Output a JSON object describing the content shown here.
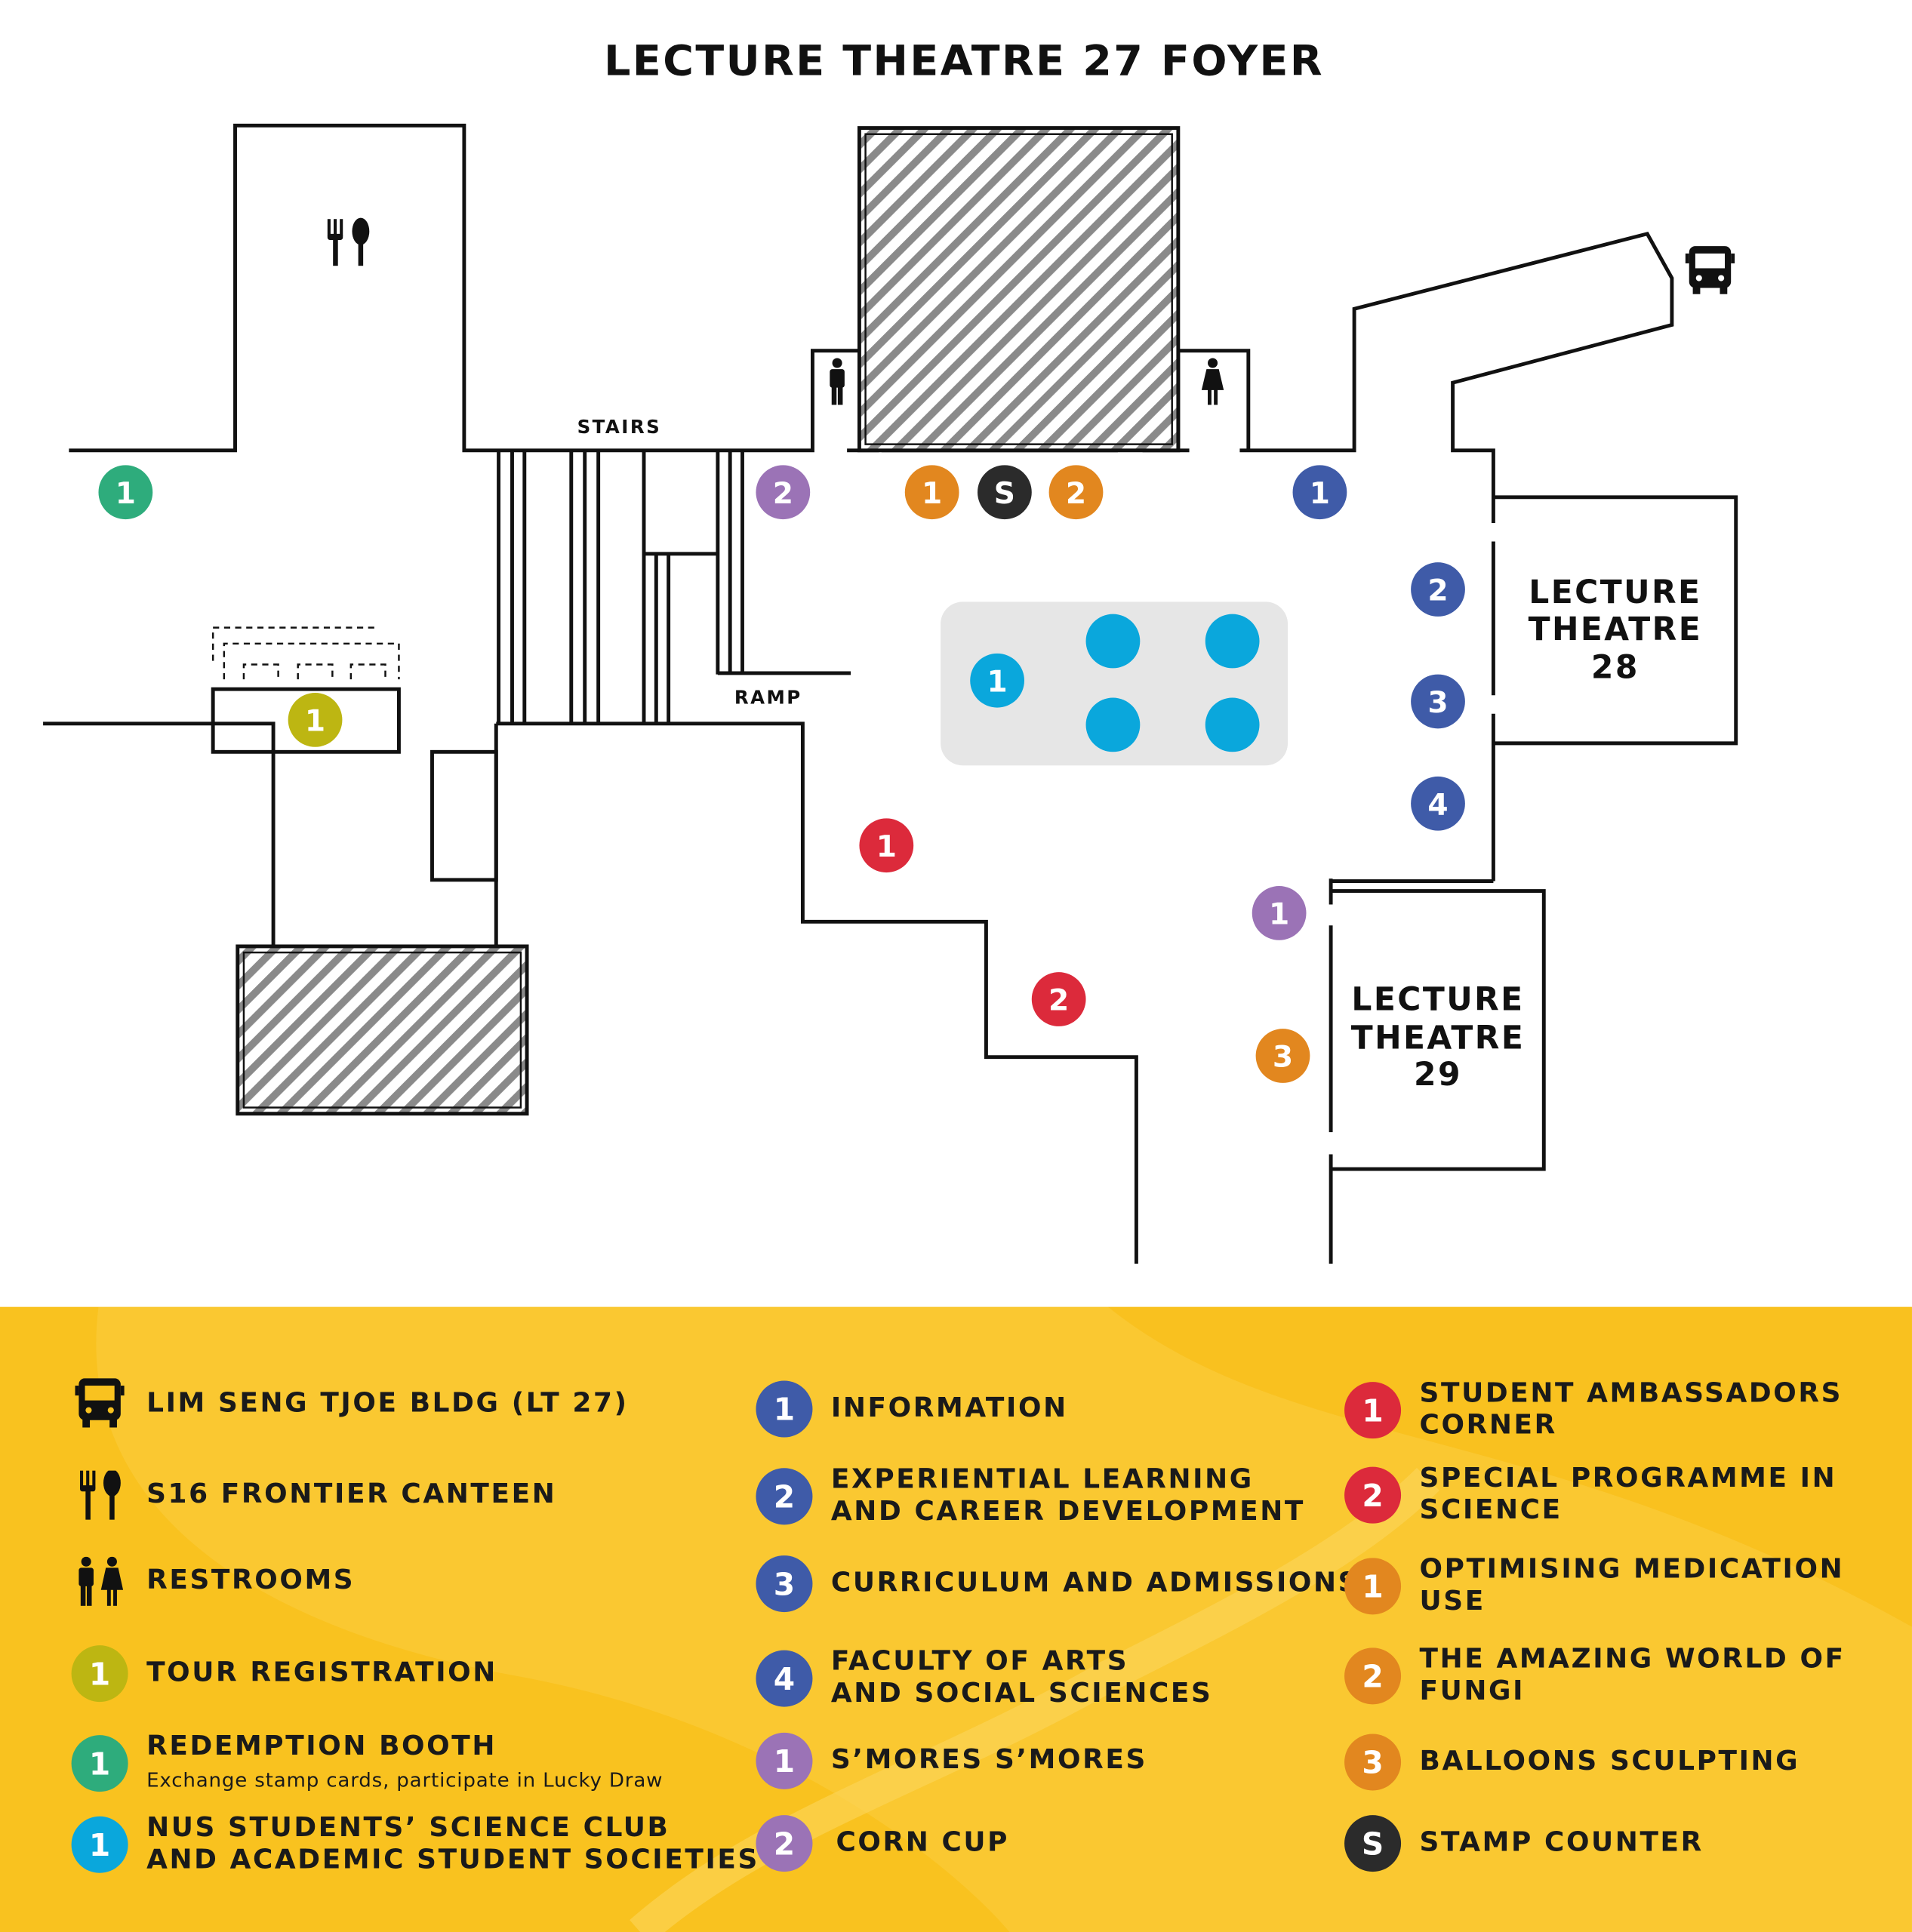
{
  "title": "LECTURE THEATRE 27 FOYER",
  "colors": {
    "tour": "#bdb612",
    "redemption": "#2eac7c",
    "club": "#0aa7dc",
    "blue": "#3f5ba8",
    "purple": "#9b73b6",
    "orange": "#e2871f",
    "red": "#dc2a3b",
    "stamp": "#2b2b2b",
    "legend_bg": "#f9c21f"
  },
  "map": {
    "stairs_label": "STAIRS",
    "ramp_label": "RAMP",
    "lt28": [
      "LECTURE",
      "THEATRE",
      "28"
    ],
    "lt29": [
      "LECTURE",
      "THEATRE",
      "29"
    ],
    "markers": {
      "redemption": "1",
      "tour": "1",
      "corn": "2",
      "optimising": "1",
      "stamp": "S",
      "fungi": "2",
      "information": "1",
      "experiential": "2",
      "curriculum": "3",
      "arts": "4",
      "club": "1",
      "ambassadors": "1",
      "special": "2",
      "smores": "1",
      "balloons": "3"
    }
  },
  "legend": {
    "col1": [
      {
        "icon": "bus-icon",
        "text": "LIM SENG TJOE BLDG (LT 27)"
      },
      {
        "icon": "cutlery-icon",
        "text": "S16 FRONTIER CANTEEN"
      },
      {
        "icon": "restroom-icon",
        "text": "RESTROOMS"
      },
      {
        "marker": "1",
        "color": "tour",
        "text": "TOUR REGISTRATION"
      },
      {
        "marker": "1",
        "color": "redemption",
        "text": "REDEMPTION BOOTH",
        "sub": "Exchange stamp cards, participate in Lucky Draw"
      },
      {
        "marker": "1",
        "color": "club",
        "text": "NUS STUDENTS’ SCIENCE CLUB",
        "text2": "AND ACADEMIC STUDENT SOCIETIES"
      }
    ],
    "col2": [
      {
        "marker": "1",
        "color": "blue",
        "text": "INFORMATION"
      },
      {
        "marker": "2",
        "color": "blue",
        "text": "EXPERIENTIAL LEARNING",
        "text2": "AND CAREER DEVELOPMENT"
      },
      {
        "marker": "3",
        "color": "blue",
        "text": "CURRICULUM AND ADMISSIONS"
      },
      {
        "marker": "4",
        "color": "blue",
        "text": "FACULTY OF ARTS",
        "text2": "AND SOCIAL SCIENCES"
      },
      {
        "marker": "1",
        "color": "purple",
        "text": "S’MORES S’MORES"
      },
      {
        "marker": "2",
        "color": "purple",
        "text": "CORN CUP"
      }
    ],
    "col3": [
      {
        "marker": "1",
        "color": "red",
        "text": "STUDENT AMBASSADORS",
        "text2": "CORNER"
      },
      {
        "marker": "2",
        "color": "red",
        "text": "SPECIAL PROGRAMME IN",
        "text2": "SCIENCE"
      },
      {
        "marker": "1",
        "color": "orange",
        "text": "OPTIMISING MEDICATION USE"
      },
      {
        "marker": "2",
        "color": "orange",
        "text": "THE AMAZING WORLD OF FUNGI"
      },
      {
        "marker": "3",
        "color": "orange",
        "text": "BALLOONS SCULPTING"
      },
      {
        "marker": "S",
        "color": "stamp",
        "text": "STAMP COUNTER"
      }
    ]
  }
}
